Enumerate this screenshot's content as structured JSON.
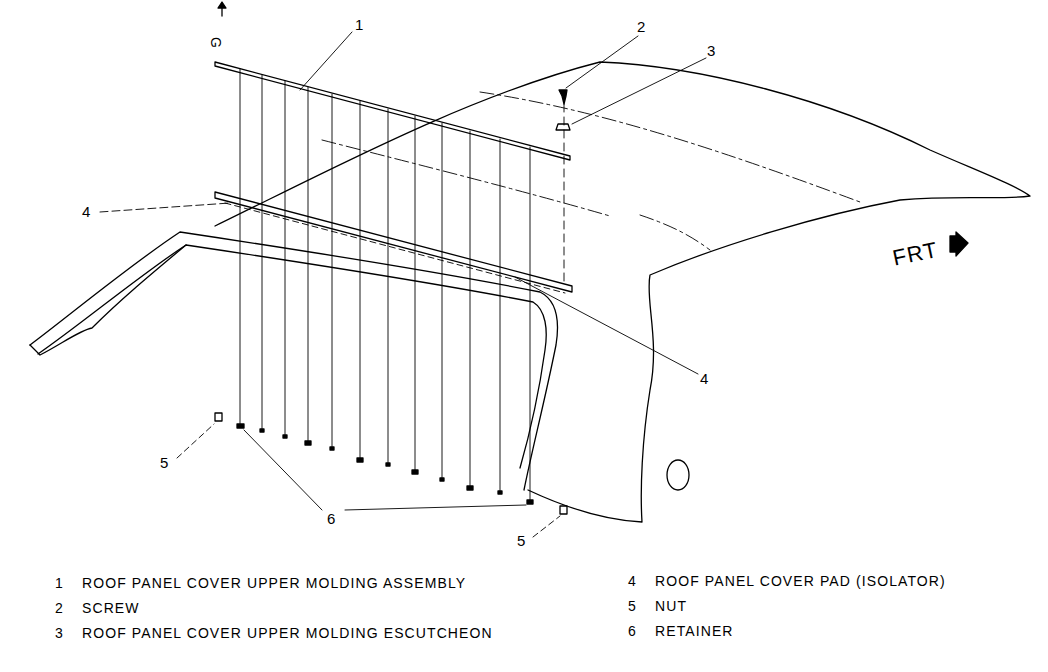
{
  "diagram": {
    "labels": [
      "1",
      "2",
      "3",
      "4",
      "4",
      "5",
      "5",
      "6",
      "G",
      "FRT",
      "1",
      "ROOF PANEL COVER UPPER MOLDING ASSEMBLY",
      "2",
      "SCREW",
      "3",
      "ROOF PANEL COVER UPPER MOLDING ESCUTCHEON",
      "4",
      "ROOF PANEL COVER PAD (ISOLATOR)",
      "5",
      "NUT",
      "6",
      "RETAINER"
    ]
  }
}
